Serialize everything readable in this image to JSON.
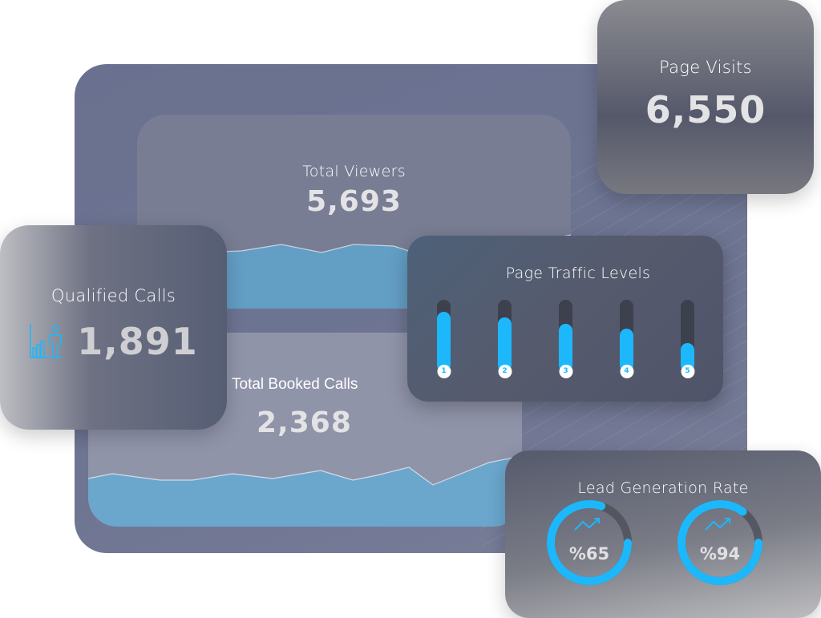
{
  "total_viewers": {
    "title": "Total Viewers",
    "value": "5,693"
  },
  "total_booked_calls": {
    "title": "Total Booked Calls",
    "value": "2,368"
  },
  "page_visits": {
    "title": "Page Visits",
    "value": "6,550"
  },
  "qualified_calls": {
    "title": "Qualified Calls",
    "value": "1,891",
    "icon": "chart-person-icon"
  },
  "page_traffic": {
    "title": "Page Traffic Levels",
    "bars": [
      {
        "label": "1",
        "level": 83
      },
      {
        "label": "2",
        "level": 76
      },
      {
        "label": "3",
        "level": 67
      },
      {
        "label": "4",
        "level": 60
      },
      {
        "label": "5",
        "level": 40
      }
    ]
  },
  "lead_generation": {
    "title": "Lead Generation Rate",
    "rings": [
      {
        "label": "%65",
        "arc": 0.8
      },
      {
        "label": "%94",
        "arc": 0.85
      }
    ]
  },
  "colors": {
    "accent": "#1cb8fb"
  }
}
